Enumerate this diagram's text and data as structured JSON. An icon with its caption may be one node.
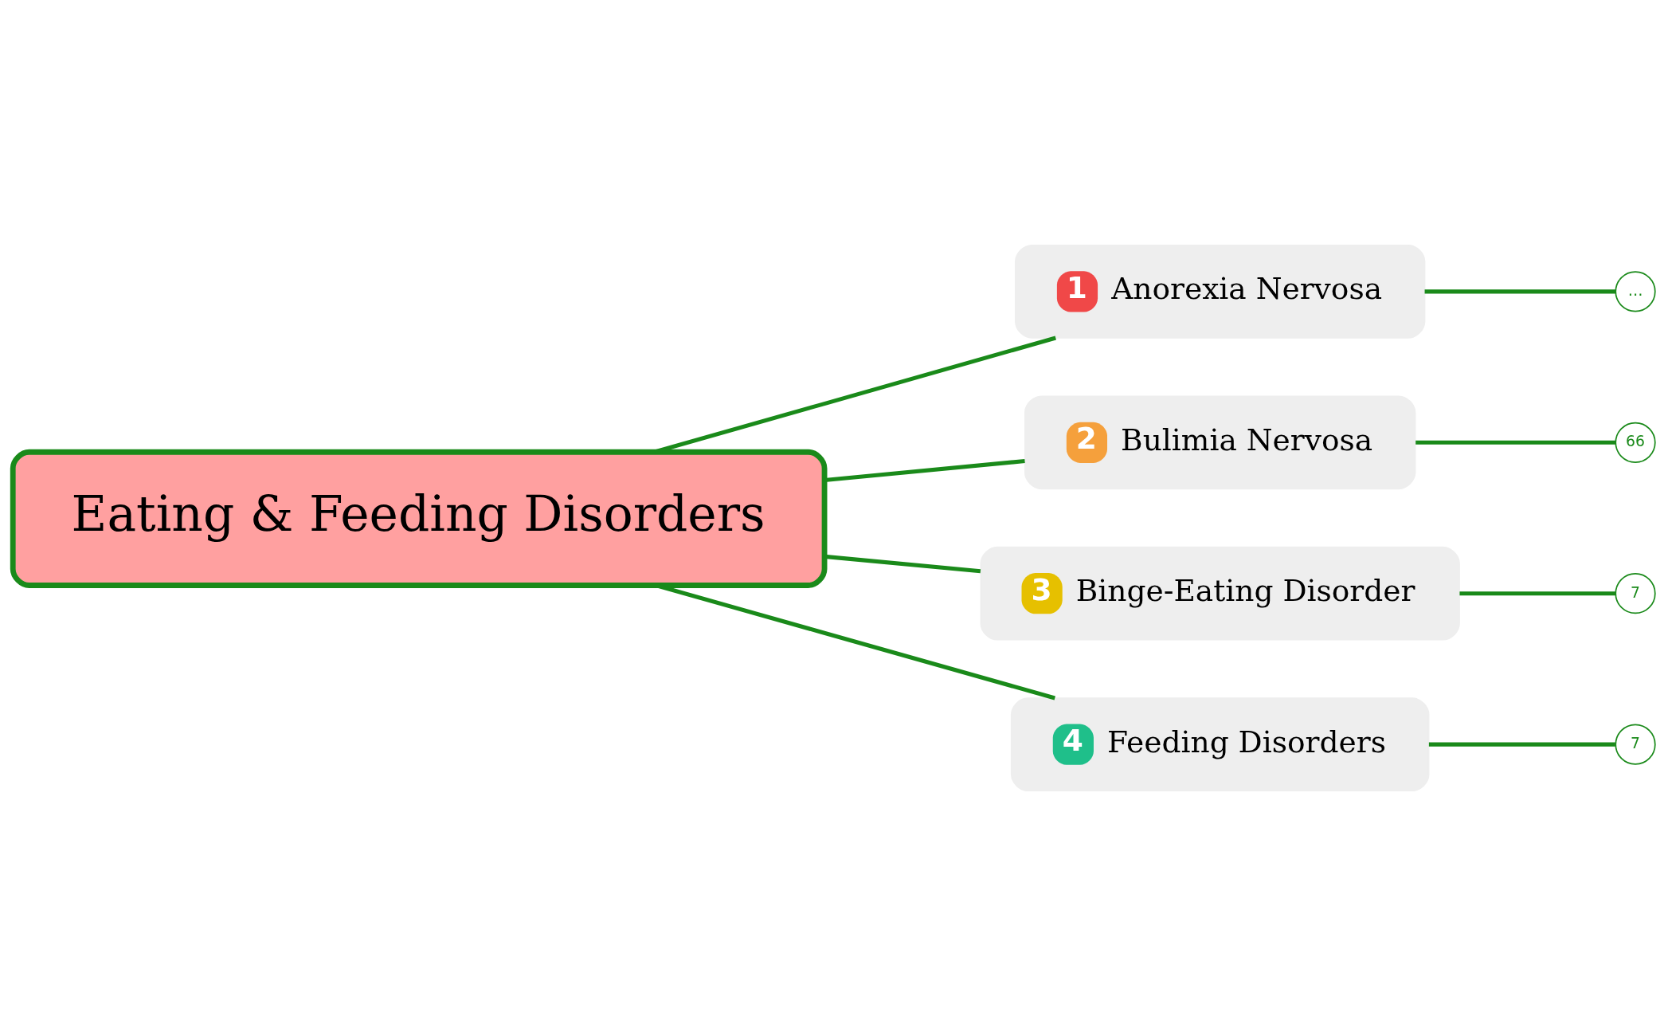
{
  "diagram": {
    "nodes": [
      {
        "text": [
          "Eating & Feeding Disorders"
        ]
      },
      {
        "text": [
          "1",
          "Anorexia Nervosa"
        ]
      },
      {
        "text": [
          "…"
        ]
      },
      {
        "text": [
          "2",
          "Bulimia Nervosa"
        ]
      },
      {
        "text": [
          "66"
        ]
      },
      {
        "text": [
          "3",
          "Binge-Eating Disorder"
        ]
      },
      {
        "text": [
          "7"
        ]
      },
      {
        "text": [
          "4",
          "Feeding Disorders"
        ]
      },
      {
        "text": [
          "7"
        ]
      }
    ],
    "edges": [
      {
        "from": 0,
        "to": 1,
        "arrow": "none"
      },
      {
        "from": 0,
        "to": 3,
        "arrow": "none"
      },
      {
        "from": 0,
        "to": 5,
        "arrow": "none"
      },
      {
        "from": 0,
        "to": 7,
        "arrow": "none"
      },
      {
        "from": 1,
        "to": 2,
        "arrow": "none"
      },
      {
        "from": 3,
        "to": 4,
        "arrow": "none"
      },
      {
        "from": 5,
        "to": 6,
        "arrow": "none"
      },
      {
        "from": 7,
        "to": 8,
        "arrow": "none"
      }
    ]
  }
}
